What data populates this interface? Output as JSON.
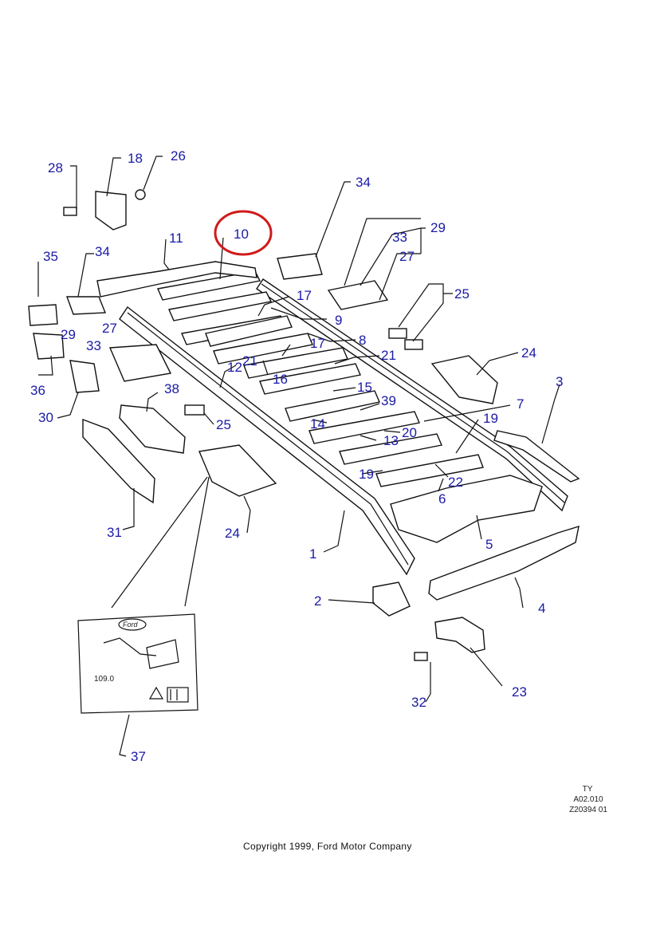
{
  "callouts": {
    "c1": "1",
    "c2": "2",
    "c3": "3",
    "c4": "4",
    "c5": "5",
    "c6": "6",
    "c7": "7",
    "c8": "8",
    "c9": "9",
    "c10": "10",
    "c11": "11",
    "c12": "12",
    "c13": "13",
    "c14": "14",
    "c15": "15",
    "c16": "16",
    "c17": "17",
    "c18": "18",
    "c19": "19",
    "c20": "20",
    "c21": "21",
    "c22": "22",
    "c23": "23",
    "c24": "24",
    "c25": "25",
    "c26": "26",
    "c27": "27",
    "c28": "28",
    "c29": "29",
    "c30": "30",
    "c31": "31",
    "c32": "32",
    "c33": "33",
    "c34": "34",
    "c35": "35",
    "c36": "36",
    "c37": "37",
    "c38": "38",
    "c39": "39"
  },
  "reference": {
    "line1": "TY",
    "line2": "A02.010",
    "line3": "Z20394 01"
  },
  "label_37": {
    "brand": "Ford",
    "value": "109.0"
  },
  "copyright": "Copyright 1999, Ford Motor Company",
  "colors": {
    "callout": "#1a1aa6",
    "highlight_circle": "#d11a1a",
    "line_art": "#111111"
  }
}
